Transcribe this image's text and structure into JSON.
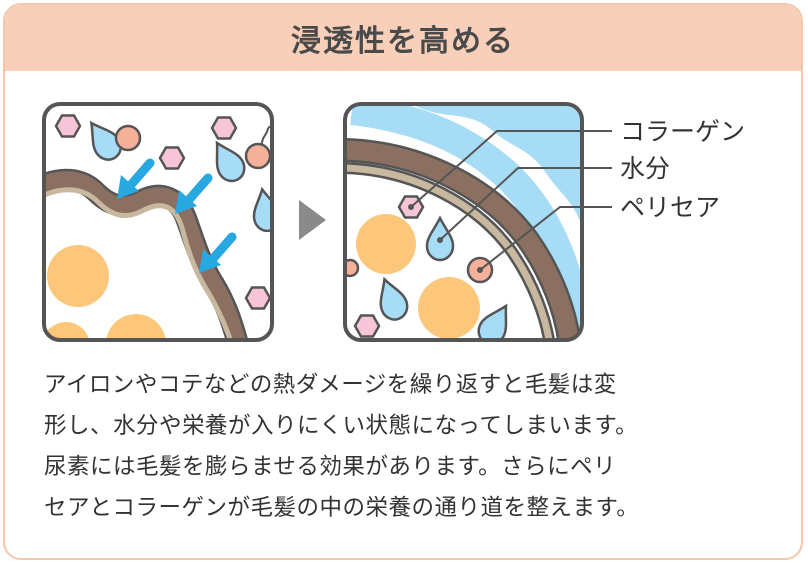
{
  "header": {
    "title": "浸透性を高める"
  },
  "diagram": {
    "labels": {
      "collagen": "コラーゲン",
      "water": "水分",
      "pericea": "ペリセア"
    },
    "arrow_icon": "triangle-right-icon"
  },
  "body": {
    "lines": [
      "アイロンやコテなどの熱ダメージを繰り返すと毛髪は変",
      "形し、水分や栄養が入りにくい状態になってしまいます。",
      "尿素には毛髪を膨らませる効果があります。さらにペリ",
      "セアとコラーゲンが毛髪の中の栄養の通り道を整えます。"
    ]
  },
  "colors": {
    "header_bg": "#f8cfb8",
    "card_border": "#f4c7ad",
    "hair_brown": "#8b7062",
    "hair_tan": "#c9b8a0",
    "water_blue": "#a6dcf5",
    "arrow_blue": "#28a8e0",
    "hexagon_pink": "#f7c4d8",
    "collagen_salmon": "#f5b09a",
    "nutrient_orange": "#fcc77a",
    "outline": "#555555"
  }
}
